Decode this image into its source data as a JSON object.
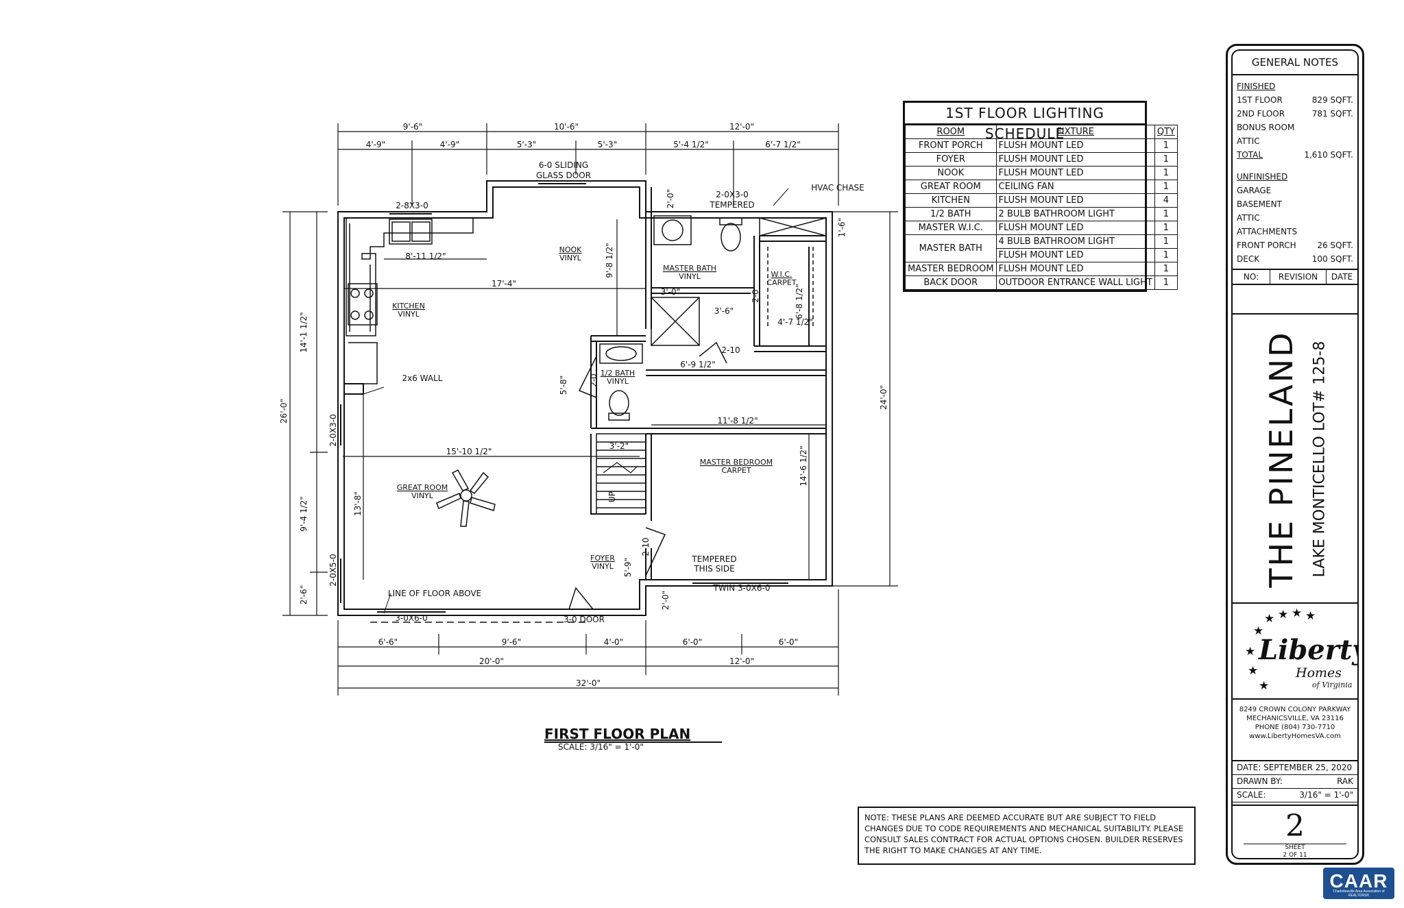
{
  "plan": {
    "title": "FIRST FLOOR PLAN",
    "scale": "SCALE: 3/16\" = 1'-0\"",
    "top_dims_major": [
      "9'-6\"",
      "10'-6\"",
      "12'-0\""
    ],
    "top_dims_minor": [
      "4'-9\"",
      "4'-9\"",
      "5'-3\"",
      "5'-3\"",
      "5'-4 1/2\"",
      "6'-7 1/2\""
    ],
    "bottom_dims_minor": [
      "6'-6\"",
      "9'-6\"",
      "4'-0\"",
      "6'-0\"",
      "6'-0\""
    ],
    "bottom_dims_mid": [
      "20'-0\"",
      "12'-0\""
    ],
    "bottom_dim_total": "32'-0\"",
    "left_dims": [
      "14'-1 1/2\"",
      "9'-4 1/2\"",
      "2'-6\""
    ],
    "left_total": "26'-0\"",
    "right_total": "24'-0\"",
    "rooms": {
      "nook": "NOOK",
      "nook_floor": "VINYL",
      "kitchen": "KITCHEN",
      "kitchen_floor": "VINYL",
      "master_bath": "MASTER BATH",
      "master_bath_floor": "VINYL",
      "wic": "W.I.C.",
      "wic_floor": "CARPET",
      "half_bath": "1/2 BATH",
      "half_bath_floor": "VINYL",
      "great_room": "GREAT ROOM",
      "great_room_floor": "VINYL",
      "master_bedroom": "MASTER BEDROOM",
      "master_bedroom_floor": "CARPET",
      "foyer": "FOYER",
      "foyer_floor": "VINYL"
    },
    "labels": {
      "sliding_door_1": "6-0 SLIDING",
      "sliding_door_2": "GLASS DOOR",
      "window_kitchen": "2-8X3-0",
      "window_bath": "2-0X3-0",
      "tempered": "TEMPERED",
      "hvac": "HVAC CHASE",
      "dim_kitchen": "8'-11 1/2\"",
      "dim_17": "17'-4\"",
      "dim_9_8": "9'-8 1/2\"",
      "dim_2_0_a": "2'-0\"",
      "dim_1_6": "1'-6\"",
      "dim_3_0": "3'-0\"",
      "dim_3_6": "3'-6\"",
      "dim_2_0_b": "2-0",
      "dim_6_8": "6'-8 1/2\"",
      "dim_4_7": "4'-7 1/2\"",
      "dim_2_10_a": "2-10",
      "dim_6_9": "6'-9 1/2\"",
      "dim_5_8": "5'-8\"",
      "dim_2_0_c": "2-0",
      "wall": "2x6 WALL",
      "dim_11_8": "11'-8 1/2\"",
      "dim_15_10": "15'-10 1/2\"",
      "dim_3_2": "3'-2\"",
      "up": "UP",
      "dim_14_6": "14'-6 1/2\"",
      "dim_13_8": "13'-8\"",
      "win_left_1": "2-0X3-0",
      "win_left_2": "2-0X5-0",
      "dim_2_10_b": "2-10",
      "dim_5_9": "5'-9\"",
      "tempered_this_1": "TEMPERED",
      "tempered_this_2": "THIS SIDE",
      "twin": "TWIN 3-0X6-0",
      "dim_2_0_d": "2'-0\"",
      "line_floor": "LINE OF FLOOR ABOVE",
      "door_3_6": "3-0X6-0",
      "door_3_0": "3-0 DOOR"
    }
  },
  "schedule": {
    "title": "1ST FLOOR LIGHTING SCHEDULE",
    "headers": [
      "ROOM",
      "FIXTURE",
      "QTY"
    ],
    "rows": [
      {
        "room": "FRONT PORCH",
        "fixture": "FLUSH MOUNT LED",
        "qty": "1"
      },
      {
        "room": "FOYER",
        "fixture": "FLUSH MOUNT LED",
        "qty": "1"
      },
      {
        "room": "NOOK",
        "fixture": "FLUSH MOUNT LED",
        "qty": "1"
      },
      {
        "room": "GREAT ROOM",
        "fixture": "CEILING FAN",
        "qty": "1"
      },
      {
        "room": "KITCHEN",
        "fixture": "FLUSH MOUNT LED",
        "qty": "4"
      },
      {
        "room": "1/2 BATH",
        "fixture": "2 BULB BATHROOM LIGHT",
        "qty": "1"
      },
      {
        "room": "MASTER W.I.C.",
        "fixture": "FLUSH MOUNT LED",
        "qty": "1"
      },
      {
        "room": "MASTER BATH",
        "fixture": "4 BULB BATHROOM LIGHT",
        "qty": "1"
      },
      {
        "room": "",
        "fixture": "FLUSH MOUNT LED",
        "qty": "1"
      },
      {
        "room": "MASTER BEDROOM",
        "fixture": "FLUSH MOUNT LED",
        "qty": "1"
      },
      {
        "room": "BACK DOOR",
        "fixture": "OUTDOOR ENTRANCE WALL LIGHT",
        "qty": "1"
      }
    ]
  },
  "title_block": {
    "general_notes": "GENERAL NOTES",
    "finished": "FINISHED",
    "finished_rows": [
      {
        "label": "1ST FLOOR",
        "value": "829 SQFT."
      },
      {
        "label": "2ND FLOOR",
        "value": "781 SQFT."
      },
      {
        "label": "BONUS ROOM",
        "value": ""
      },
      {
        "label": "ATTIC",
        "value": ""
      },
      {
        "label": "TOTAL",
        "value": "1,610 SQFT."
      }
    ],
    "unfinished": "UNFINISHED",
    "unfinished_rows": [
      {
        "label": "GARAGE",
        "value": ""
      },
      {
        "label": "BASEMENT",
        "value": ""
      },
      {
        "label": "ATTIC",
        "value": ""
      },
      {
        "label": "ATTACHMENTS",
        "value": ""
      },
      {
        "label": "FRONT PORCH",
        "value": "26 SQFT."
      },
      {
        "label": "DECK",
        "value": "100 SQFT."
      }
    ],
    "revision_headers": [
      "NO:",
      "REVISION",
      "DATE"
    ],
    "project_name": "THE PINELAND",
    "project_lot": "LAKE MONTICELLO LOT# 125-8",
    "logo_main": "Liberty",
    "logo_sub": "Homes",
    "logo_of": "of Virginia",
    "address": [
      "8249 CROWN COLONY PARKWAY",
      "MECHANICSVILLE, VA 23116",
      "PHONE (804) 730-7710",
      "www.LibertyHomesVA.com"
    ],
    "date_label": "DATE: SEPTEMBER 25, 2020",
    "drawn_label": "DRAWN BY:",
    "drawn_value": "RAK",
    "scale_label": "SCALE:",
    "scale_value": "3/16\" = 1'-0\"",
    "sheet_number": "2",
    "sheet_label": "SHEET",
    "sheet_of": "2 OF 11"
  },
  "note": "NOTE: THESE PLANS ARE DEEMED ACCURATE BUT ARE SUBJECT TO FIELD CHANGES DUE TO CODE REQUIREMENTS AND MECHANICAL SUITABILITY. PLEASE CONSULT SALES CONTRACT FOR ACTUAL OPTIONS CHOSEN. BUILDER RESERVES THE RIGHT TO MAKE CHANGES AT ANY TIME.",
  "badge": "CAAR",
  "badge_sub": "Charlottesville Area Association of REALTORS®"
}
